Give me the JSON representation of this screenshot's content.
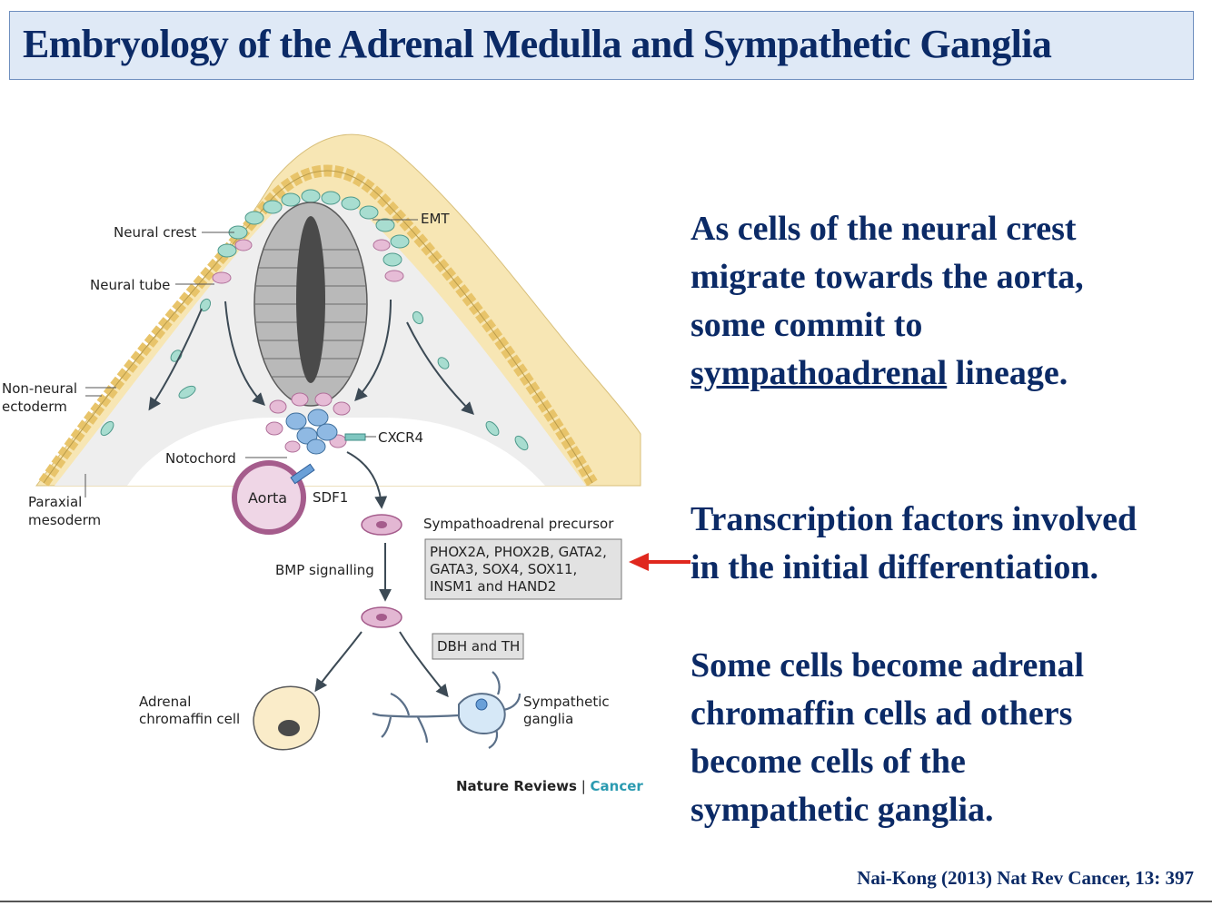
{
  "slide": {
    "title": "Embryology of the Adrenal Medulla and Sympathetic Ganglia",
    "paragraph1": {
      "line1": "As cells of the neural crest",
      "line2": "migrate towards the aorta,",
      "line3": "some commit to",
      "underlined": "sympathoadrenal",
      "line4_rest": " lineage."
    },
    "paragraph2": {
      "line1": "Transcription factors involved",
      "line2": "in the initial differentiation."
    },
    "paragraph3": {
      "line1": "Some cells become adrenal",
      "line2": "chromaffin cells ad others",
      "line3": "become cells of the",
      "line4": "sympathetic ganglia."
    },
    "citation": "Nai-Kong (2013) Nat Rev Cancer, 13: 397"
  },
  "diagram": {
    "labels": {
      "neural_crest": "Neural crest",
      "emt": "EMT",
      "neural_tube": "Neural tube",
      "non_neural_1": "Non-neural",
      "non_neural_2": "ectoderm",
      "cxcr4": "CXCR4",
      "notochord": "Notochord",
      "aorta": "Aorta",
      "sdf1": "SDF1",
      "paraxial_1": "Paraxial",
      "paraxial_2": "mesoderm",
      "precursor": "Sympathoadrenal precursor",
      "tf_line1": "PHOX2A, PHOX2B, GATA2,",
      "tf_line2": "GATA3, SOX4, SOX11,",
      "tf_line3": "INSM1 and HAND2",
      "bmp": "BMP signalling",
      "dbh_th": "DBH and TH",
      "adrenal_1": "Adrenal",
      "adrenal_2": "chromaffin cell",
      "symp_1": "Sympathetic",
      "symp_2": "ganglia",
      "journal": "Nature Reviews",
      "journal_sep": " | ",
      "journal_sub": "Cancer"
    }
  },
  "colors": {
    "title_text": "#0b2a66",
    "title_bg": "#dfe9f6",
    "arrow_red": "#e0281e",
    "ectoderm_yellow": "#f3dd9a",
    "crest_teal": "#9ed4c8",
    "pink_cell": "#e3b7d3",
    "blue_cell": "#8fb9e3"
  }
}
